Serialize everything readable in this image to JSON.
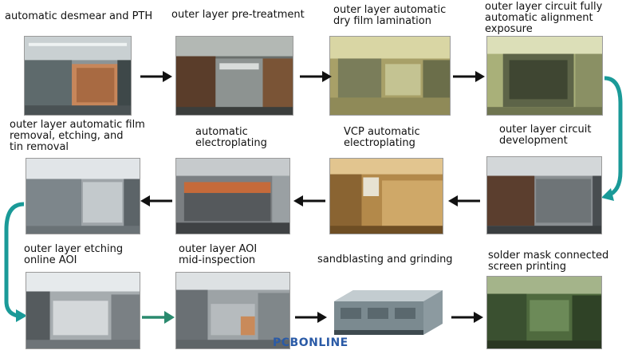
{
  "steps": [
    {
      "id": "s1",
      "label": "automatic desmear and PTH"
    },
    {
      "id": "s2",
      "label": "outer layer pre-treatment"
    },
    {
      "id": "s3",
      "label": "outer layer automatic\ndry film lamination"
    },
    {
      "id": "s4",
      "label": "outer layer circuit fully\nautomatic alignment\nexposure"
    },
    {
      "id": "s5",
      "label": "outer layer circuit\ndevelopment"
    },
    {
      "id": "s6",
      "label": "VCP automatic\nelectroplating"
    },
    {
      "id": "s7",
      "label": "automatic\nelectroplating"
    },
    {
      "id": "s8",
      "label": "outer layer automatic film\nremoval, etching, and\n tin removal"
    },
    {
      "id": "s9",
      "label": "outer layer etching\nonline AOI"
    },
    {
      "id": "s10",
      "label": "outer layer AOI\nmid-inspection"
    },
    {
      "id": "s11",
      "label": "sandblasting and grinding"
    },
    {
      "id": "s12",
      "label": "solder mask connected\nscreen printing"
    }
  ],
  "watermark": "PCBONLINE",
  "colors": {
    "arrow_dark": "#111111",
    "arrow_teal": "#1a9a98",
    "arrow_green": "#2a8a6e",
    "watermark": "#2a5aa6"
  }
}
